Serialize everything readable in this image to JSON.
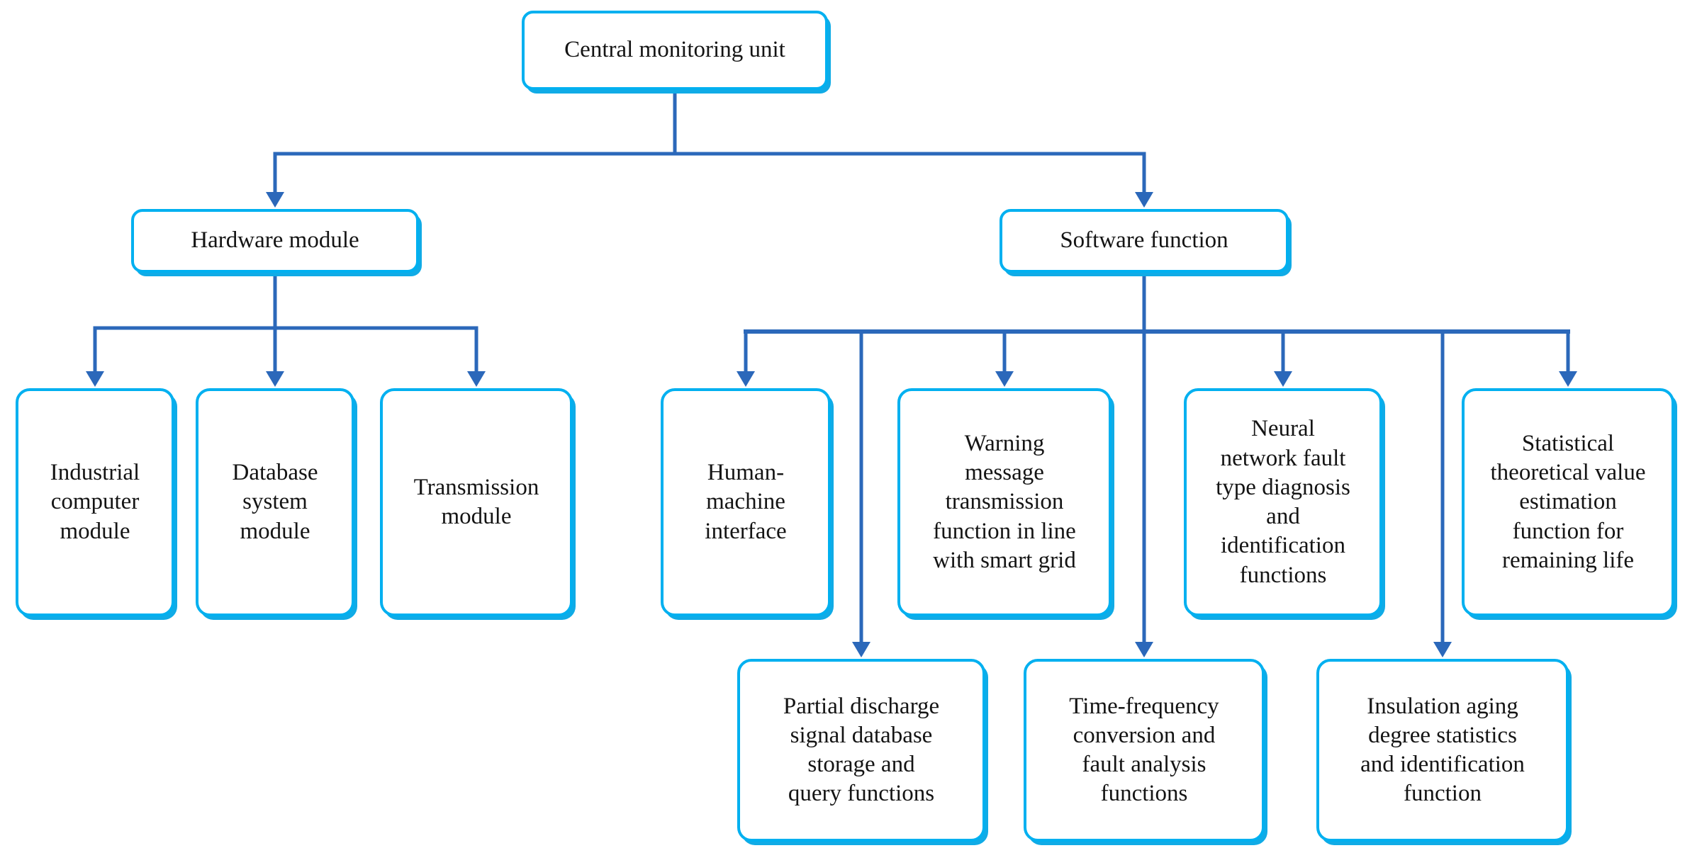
{
  "diagram": {
    "root": {
      "label": "Central monitoring unit"
    },
    "hardware": {
      "label": "Hardware module",
      "children": [
        {
          "label": "Industrial\ncomputer\nmodule"
        },
        {
          "label": "Database\nsystem\nmodule"
        },
        {
          "label": "Transmission\nmodule"
        }
      ]
    },
    "software": {
      "label": "Software function",
      "children_top": [
        {
          "label": "Human-\nmachine\ninterface"
        },
        {
          "label": "Warning\nmessage\ntransmission\nfunction in line\nwith smart grid"
        },
        {
          "label": "Neural\nnetwork fault\ntype diagnosis\nand\nidentification\nfunctions"
        },
        {
          "label": "Statistical\ntheoretical value\nestimation\nfunction for\nremaining life"
        }
      ],
      "children_bottom": [
        {
          "label": "Partial discharge\nsignal database\nstorage and\nquery functions"
        },
        {
          "label": "Time-frequency\nconversion and\nfault analysis\nfunctions"
        },
        {
          "label": "Insulation aging\ndegree statistics\nand identification\nfunction"
        }
      ]
    }
  },
  "colors": {
    "box_border": "#00b0f0",
    "box_shadow": "#10abe6",
    "connector": "#2b68ba",
    "text": "#141414",
    "background": "#ffffff"
  }
}
